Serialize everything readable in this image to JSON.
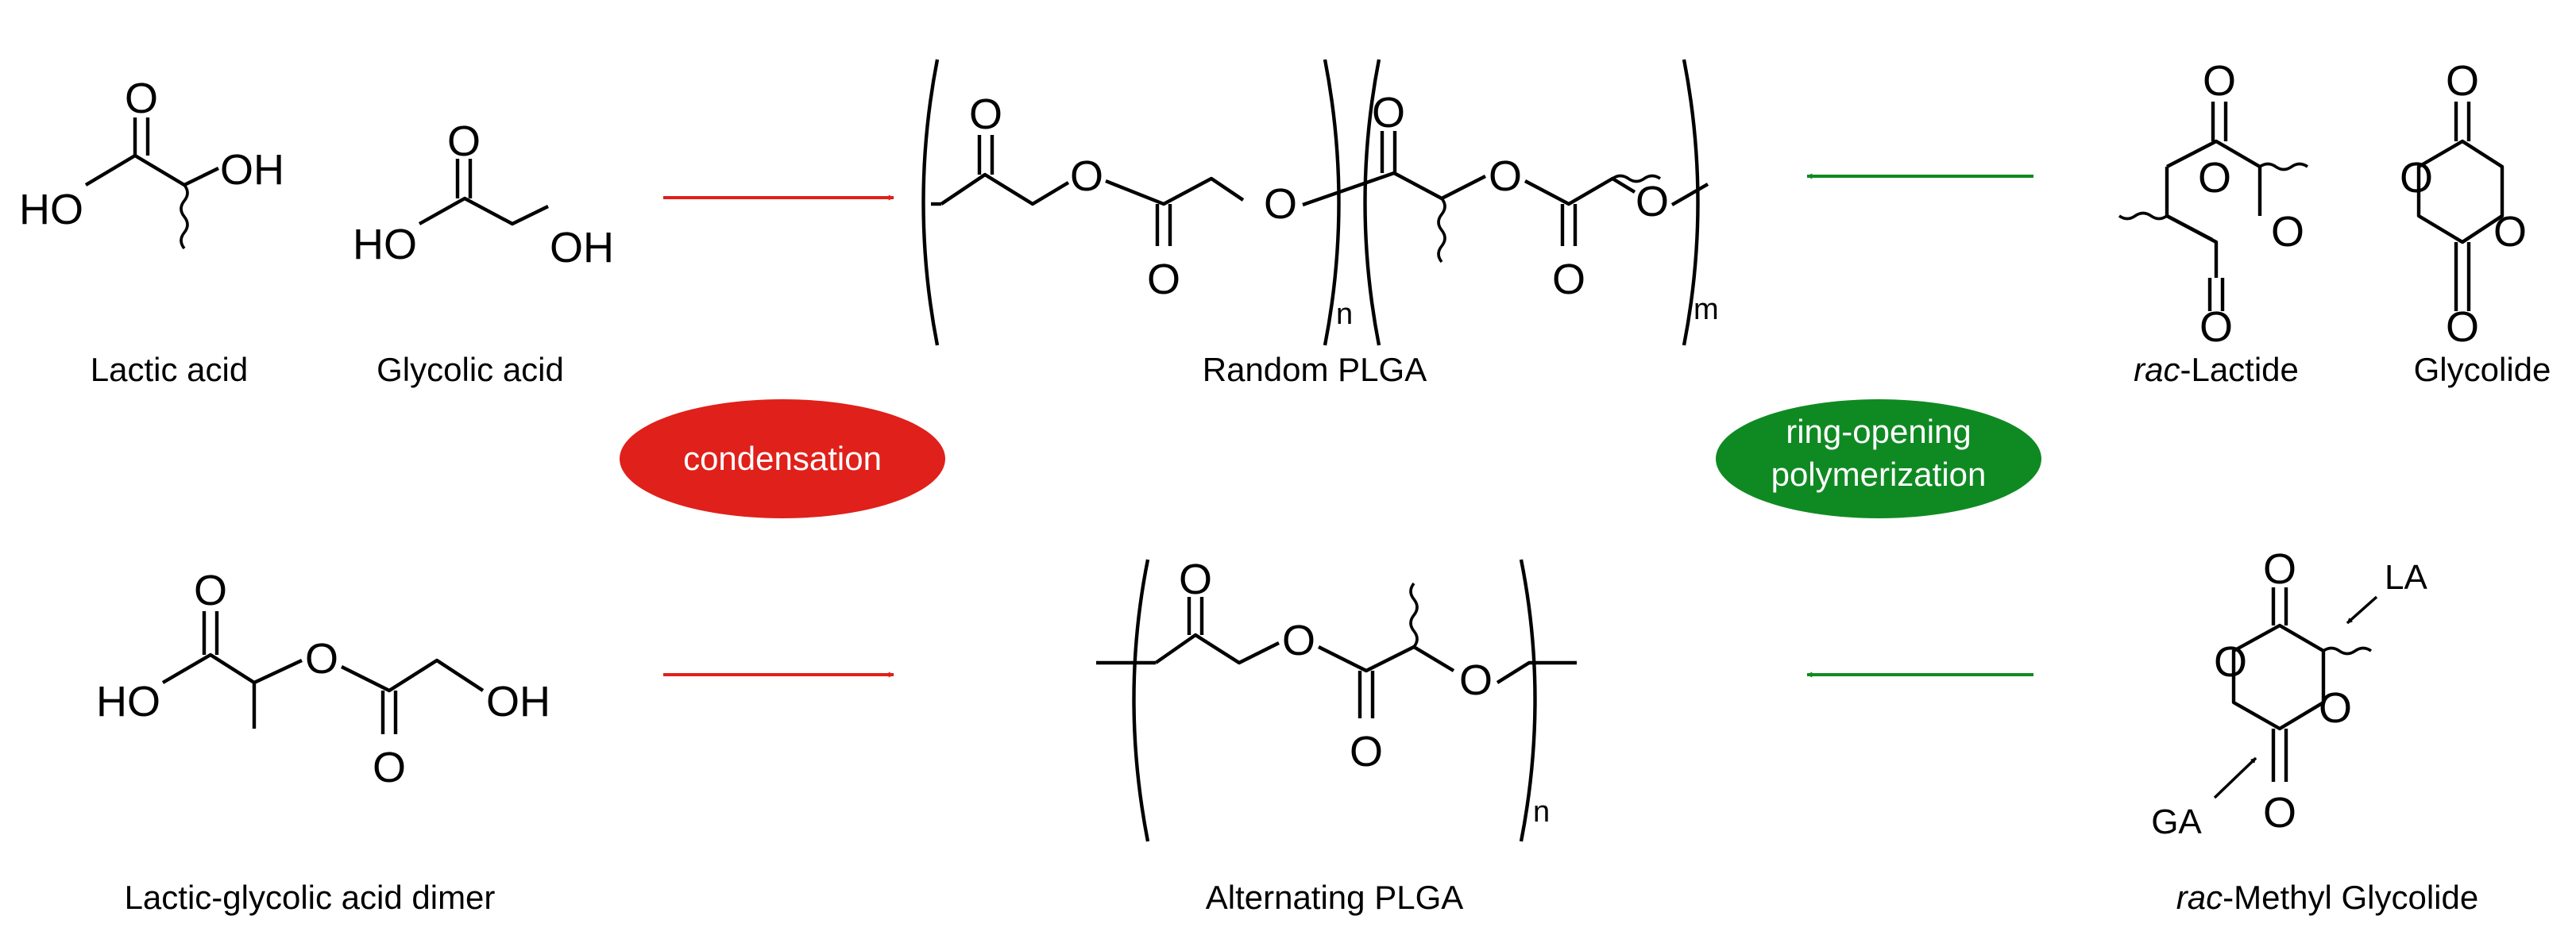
{
  "atoms": {
    "o": "O",
    "oh": "OH",
    "ho": "HO",
    "n": "n",
    "m": "m"
  },
  "labels": {
    "lactic_acid": "Lactic acid",
    "glycolic_acid": "Glycolic acid",
    "random_plga": "Random PLGA",
    "rac_lactide_prefix": "rac",
    "rac_lactide_rest": "-Lactide",
    "glycolide": "Glycolide",
    "dimer": "Lactic-glycolic acid dimer",
    "alternating_plga": "Alternating PLGA",
    "rac_mg_prefix": "rac",
    "rac_mg_rest": "-Methyl Glycolide",
    "la": "LA",
    "ga": "GA"
  },
  "processes": {
    "condensation": "condensation",
    "rop_line1": "ring-opening",
    "rop_line2": "polymerization"
  },
  "colors": {
    "condensation": "#e0201a",
    "rop": "#0f8a22",
    "bond": "#000000"
  }
}
